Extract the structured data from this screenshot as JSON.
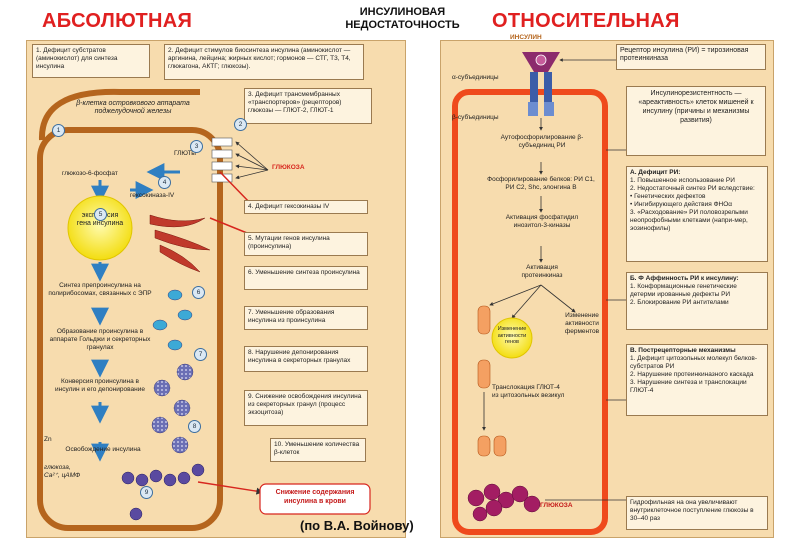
{
  "titles": {
    "absolute": "АБСОЛЮТНАЯ",
    "center_line1": "ИНСУЛИНОВАЯ",
    "center_line2": "НЕДОСТАТОЧНОСТЬ",
    "relative": "ОТНОСИТЕЛЬНАЯ"
  },
  "caption": "(по В.А. Войнову)",
  "left": {
    "defects": [
      {
        "text": "1. Дефицит субстратов (аминокислот) для синтеза инсулина"
      },
      {
        "text": "2. Дефицит стимулов биосинтеза инсулина (аминокислот — аргинина, лейцина; жирных кислот; гормонов — СТГ, T3, T4, глюкагона, АКТГ; глюкозы)."
      },
      {
        "text": "3. Дефицит трансмембранных «транспортеров» (рецепторов) глюкозы — ГЛЮТ-2, ГЛЮТ-1"
      },
      {
        "text": "4. Дефицит гексокиназы IV"
      },
      {
        "text": "5. Мутации генов инсулина (проинсулина)"
      },
      {
        "text": "6. Уменьшение синтеза проинсулина"
      },
      {
        "text": "7. Уменьшение образования инсулина из проинсулина"
      },
      {
        "text": "8. Нарушение депонирования инсулина в секреторных гранулах"
      },
      {
        "text": "9. Снижение освобождения инсулина из секреторных гранул (процесс экзоцитоза)"
      },
      {
        "text": "10. Уменьшение количества β-клеток"
      }
    ],
    "cell_title": "β-клетка островкового аппарата поджелудочной железы",
    "gluts_label": "ГЛЮТы",
    "glucose_label": "ГЛЮКОЗА",
    "g6p_label": "глюкозо-6-фосфат",
    "hexokinase_label": "гексокиназа-IV",
    "gene_expression": "экспрессия гена инсулина",
    "steps": [
      "Синтез препроинсулина на полирибосомах, связанных с ЭПР",
      "Образование проинсулина в аппарате Гольджи и секреторных гранулах",
      "Конверсия проинсулина в инсулин и его депонирование",
      "Освобождение инсулина"
    ],
    "zn_label": "Zn",
    "release_factors": "глюкоза, Са²⁺, цАМФ",
    "result_note": "Снижение содержания инсулина в крови",
    "circle_numbers": [
      "1",
      "2",
      "3",
      "4",
      "5",
      "6",
      "7",
      "8",
      "9"
    ]
  },
  "right": {
    "insulin_label": "ИНСУЛИН",
    "alpha_label": "α-субъединицы",
    "beta_label": "β-субъединицы",
    "receptor_box": "Рецептор инсулина (РИ) = тирозиновая протеинкиназа",
    "resistance_box": "Инсулинорезистентность — «ареактивность» клеток мишеней к инсулину (причины и механизмы развития)",
    "chain": [
      "Аутофосфорилирование β-субъединиц РИ",
      "Фосфорилирование белков: РИ С1, РИ С2, Shc, элонгина B",
      "Активация фосфатидил инозитол-3-киназы",
      "Активация протеинкиназ",
      "Изменение активности ферментов",
      "Изменение активности генов",
      "Транслокация ГЛЮТ-4 из цитозольных везикул"
    ],
    "box_a_title": "А. Дефицит РИ:",
    "box_a_items": [
      "1. Повышенное использование РИ",
      "2. Недостаточный синтез РИ вследствие:",
      "• Генетических дефектов",
      "• Ингибирующего действия ФНОα",
      "3. «Расходование» РИ половозрелыми неопрофобными клетками (напри-мер, эозинофилы)"
    ],
    "box_b_title": "Б. Ф Аффинность РИ к инсулину:",
    "box_b_items": [
      "1. Конформационные генетические детерми ированные дефекты РИ",
      "2. Блокирование РИ антителами"
    ],
    "box_c_title": "В. Пострецепторные механизмы",
    "box_c_items": [
      "1. Дефицит цитозольных молекул белков-субстратов РИ",
      "2. Нарушение протеинкиназного каскада",
      "3. Нарушение синтеза и транслокации ГЛЮТ-4"
    ],
    "glucose_label": "ГЛЮКОЗА",
    "bottom_note": "Гидрофильная на она увеличивают внутриклеточное поступление глюкозы в 30–40 раз"
  },
  "colors": {
    "panel": "#f7dcae",
    "title_red": "#e02020",
    "membrane": "#b5651d",
    "arrow_blue": "#2f7fc2",
    "red_membrane": "#ef4a1c",
    "glucose_purple": "#a31d63",
    "nucleus_yellow": "#f8e81c"
  }
}
